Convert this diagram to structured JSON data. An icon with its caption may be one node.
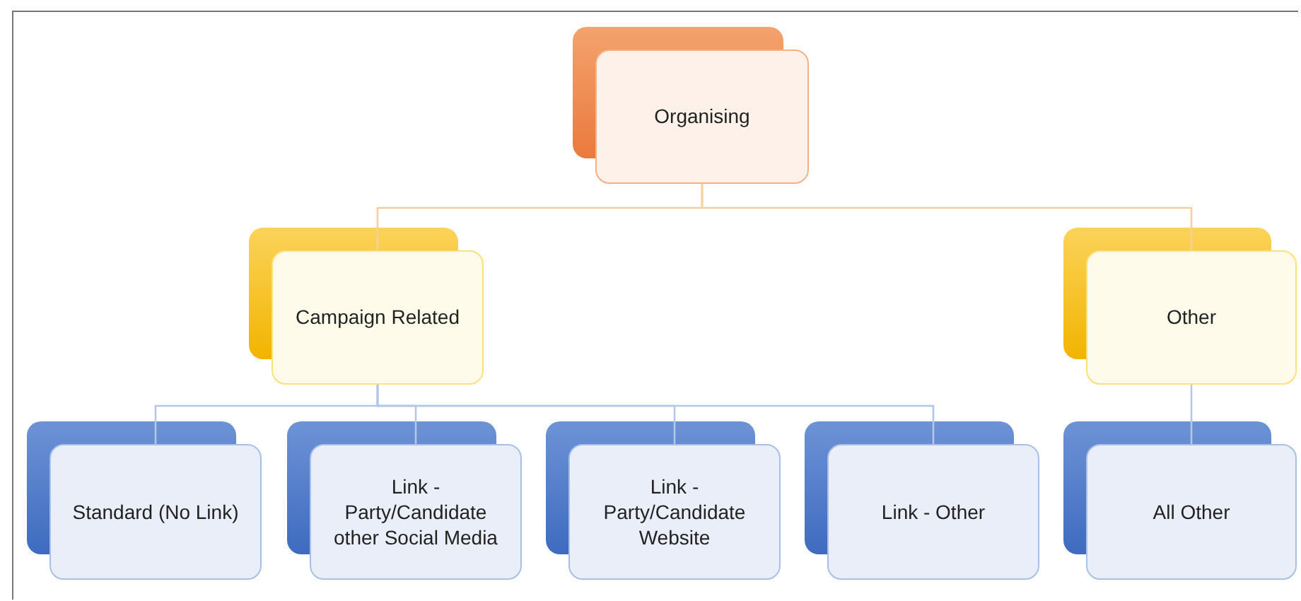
{
  "diagram": {
    "nodes": [
      {
        "text": [
          "Organising"
        ]
      },
      {
        "text": [
          "Campaign Related"
        ]
      },
      {
        "text": [
          "Other"
        ]
      },
      {
        "text": [
          "Standard (No Link)"
        ]
      },
      {
        "text": [
          "Link - Party/Candidate other Social Media"
        ]
      },
      {
        "text": [
          "Link - Party/Candidate Website"
        ]
      },
      {
        "text": [
          "Link - Other"
        ]
      },
      {
        "text": [
          "All Other"
        ]
      }
    ],
    "edges": [
      {
        "from": 0,
        "to": 1,
        "arrow": "none"
      },
      {
        "from": 0,
        "to": 2,
        "arrow": "none"
      },
      {
        "from": 1,
        "to": 3,
        "arrow": "none"
      },
      {
        "from": 1,
        "to": 4,
        "arrow": "none"
      },
      {
        "from": 1,
        "to": 5,
        "arrow": "none"
      },
      {
        "from": 1,
        "to": 6,
        "arrow": "none"
      },
      {
        "from": 2,
        "to": 7,
        "arrow": "none"
      }
    ]
  }
}
